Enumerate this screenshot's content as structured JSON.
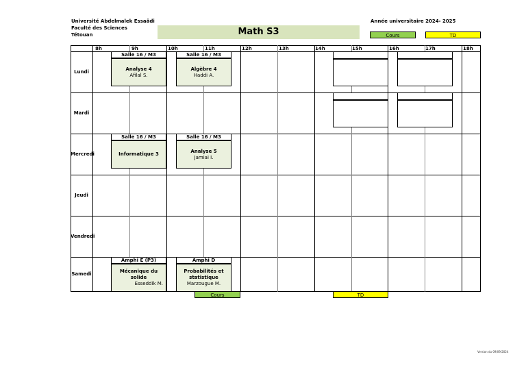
{
  "header": {
    "university": "Université Abdelmalek Essaâdi",
    "faculty": "Faculté des Sciences",
    "city": "Tétouan",
    "title": "Math S3",
    "academic_year": "Année universitaire 2024- 2025"
  },
  "legend": {
    "cours": "Cours",
    "td": "TD"
  },
  "colors": {
    "cours": "#92d050",
    "td": "#ffff00",
    "course_bg": "#ebf1de",
    "title_bg": "#d8e4bc"
  },
  "hours": [
    "8h",
    "9h",
    "10h",
    "11h",
    "12h",
    "13h",
    "14h",
    "15h",
    "16h",
    "17h",
    "18h"
  ],
  "days": [
    "Lundi",
    "Mardi",
    "Mercredi",
    "Jeudi",
    "Vendredi",
    "Samedi"
  ],
  "sessions": {
    "lundi_1": {
      "room": "Salle 16 / M3",
      "name": "Analyse 4",
      "teacher": "Afilal S."
    },
    "lundi_2": {
      "room": "Salle 16 / M3",
      "name": "Algèbre 4",
      "teacher": "Haddi A."
    },
    "mercredi_1": {
      "room": "Salle 16 / M3",
      "name": "Informatique 3",
      "teacher": ""
    },
    "mercredi_2": {
      "room": "Salle 16 / M3",
      "name": "Analyse 5",
      "teacher": "Jamiai I."
    },
    "samedi_1": {
      "room": "Amphi E (P3)",
      "name": "Mécanique du solide",
      "teacher": "Esseddik M."
    },
    "samedi_2": {
      "room": "Amphi D",
      "name": "Probabilités et statistique",
      "teacher": "Marzougue M."
    }
  },
  "footer": {
    "version": "Version du 09/09/2024"
  }
}
